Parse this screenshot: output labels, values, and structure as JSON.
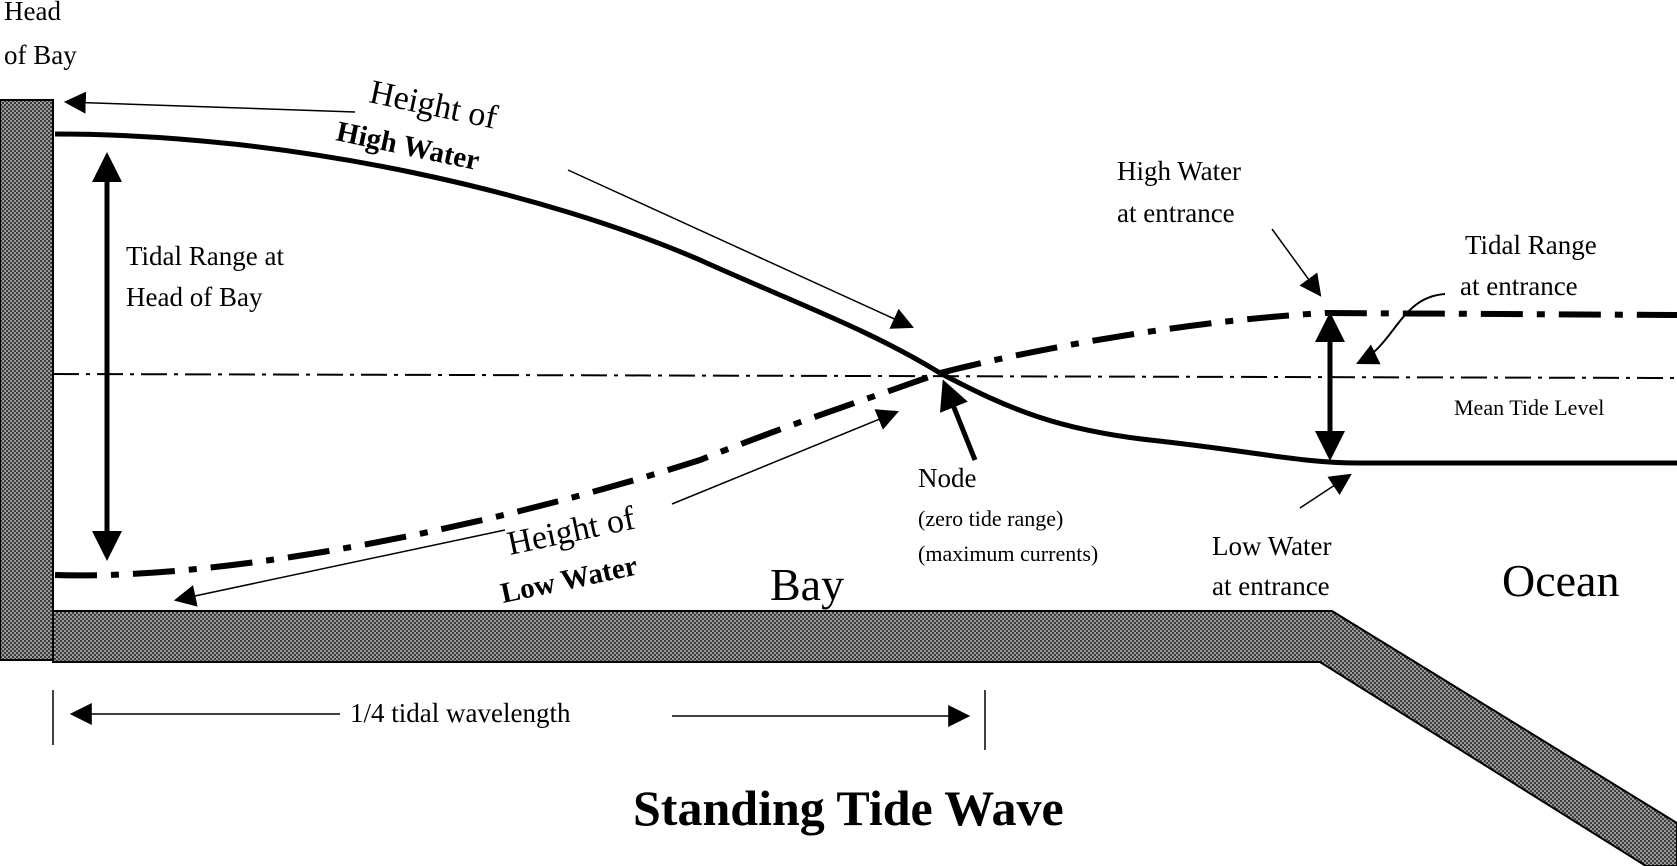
{
  "labels": {
    "head_of_bay_line1": "Head",
    "head_of_bay_line2": "of Bay",
    "height_of_1": "Height of",
    "high_water": "High  Water",
    "tidal_range_head_line1": "Tidal Range at",
    "tidal_range_head_line2": "Head of Bay",
    "high_water_entrance_line1": "High Water",
    "high_water_entrance_line2": "at entrance",
    "tidal_range_entrance_line1": "Tidal Range",
    "tidal_range_entrance_line2": "at entrance",
    "mean_tide_level": "Mean Tide Level",
    "node": "Node",
    "node_note_1": "(zero tide range)",
    "node_note_2": "(maximum currents)",
    "height_of_2": "Height of",
    "low_water": "Low  Water",
    "bay": "Bay",
    "low_water_entrance_line1": "Low Water",
    "low_water_entrance_line2": "at entrance",
    "ocean": "Ocean",
    "quarter_wavelength": "1/4  tidal  wavelength",
    "title": "Standing Tide Wave"
  },
  "colors": {
    "ink": "#000000",
    "wall_fill": "#8c8c8c",
    "background": "#ffffff"
  }
}
